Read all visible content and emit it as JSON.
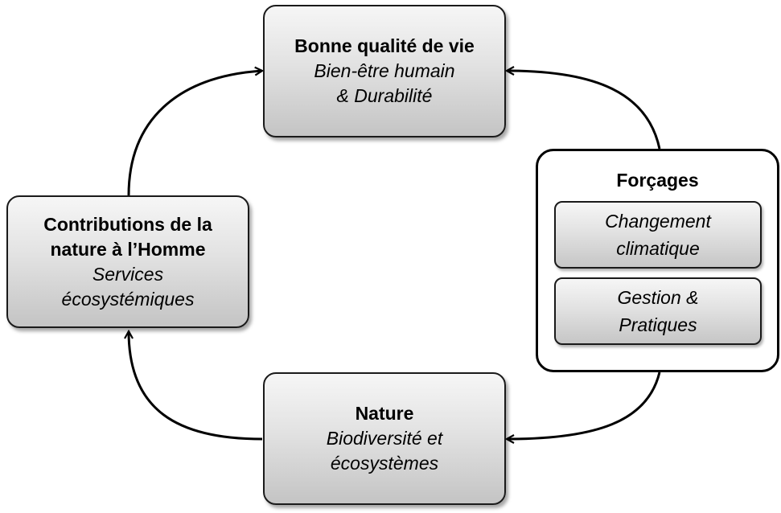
{
  "top_box": {
    "title": "Bonne qualité de vie",
    "line1": "Bien-être humain",
    "line2": "& Durabilité"
  },
  "left_box": {
    "title1": "Contributions de la",
    "title2": "nature à l’Homme",
    "line1": "Services",
    "line2": "écosystémiques"
  },
  "bottom_box": {
    "title": "Nature",
    "line1": "Biodiversité et",
    "line2": "écosystèmes"
  },
  "drivers": {
    "title": "Forçages",
    "item1": {
      "line1": "Changement",
      "line2": "climatique"
    },
    "item2": {
      "line1": "Gestion &",
      "line2": "Pratiques"
    }
  }
}
